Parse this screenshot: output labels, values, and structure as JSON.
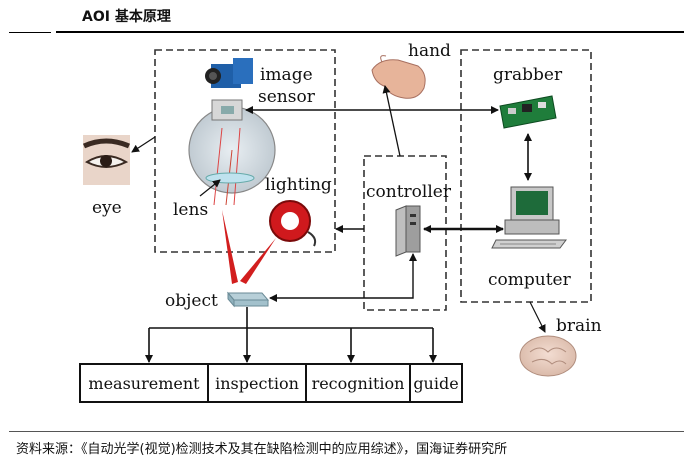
{
  "header": {
    "title": "AOI 基本原理"
  },
  "diagram": {
    "labels": {
      "image_sensor_line1": "image",
      "image_sensor_line2": "sensor",
      "hand": "hand",
      "grabber": "grabber",
      "eye": "eye",
      "lens": "lens",
      "lighting": "lighting",
      "controller": "controller",
      "computer": "computer",
      "object": "object",
      "brain": "brain"
    },
    "outputs": [
      "measurement",
      "inspection",
      "recognition",
      "guide"
    ]
  },
  "footer": {
    "source": "资料来源：《自动光学(视觉)检测技术及其在缺陷检测中的应用综述》，国海证券研究所"
  }
}
